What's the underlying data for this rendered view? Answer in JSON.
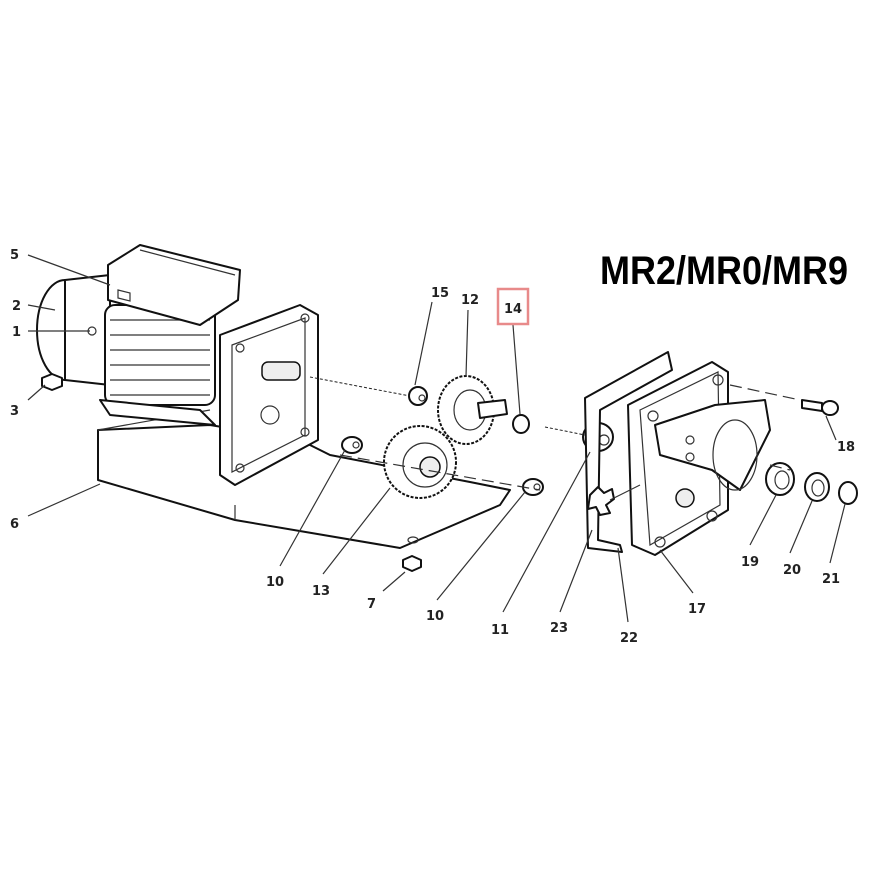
{
  "diagram": {
    "title": "MR2/MR0/MR9",
    "highlight_color": "#e88a8a",
    "highlighted_part": "14",
    "part_labels": {
      "p1": "1",
      "p2": "2",
      "p3": "3",
      "p5": "5",
      "p6": "6",
      "p7": "7",
      "p10a": "10",
      "p10b": "10",
      "p11": "11",
      "p12": "12",
      "p13": "13",
      "p14": "14",
      "p15": "15",
      "p17": "17",
      "p18": "18",
      "p19": "19",
      "p20": "20",
      "p21": "21",
      "p22": "22",
      "p23": "23"
    }
  }
}
